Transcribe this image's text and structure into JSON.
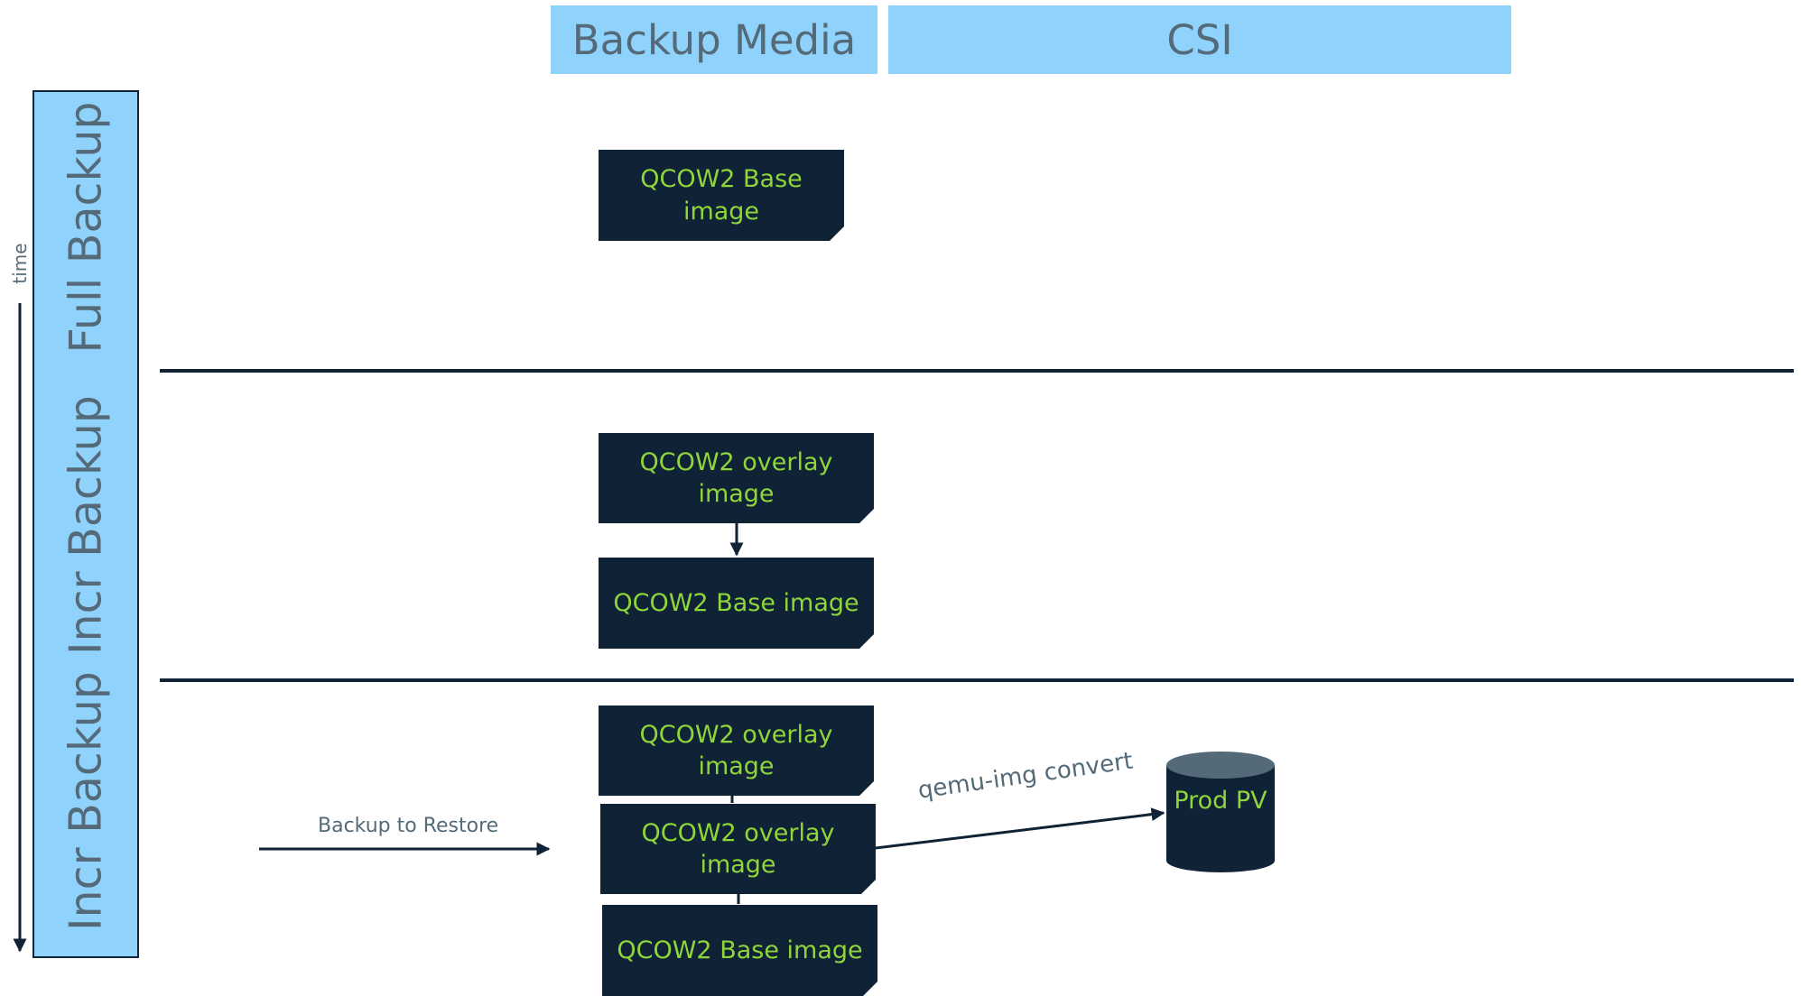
{
  "columns": {
    "backup_media": "Backup Media",
    "csi": "CSI"
  },
  "time_axis": "time",
  "phases": {
    "full": "Full Backup",
    "incr_1": "Incr Backup",
    "incr_2": "Incr Backup"
  },
  "full_section": {
    "base": "QCOW2 Base image"
  },
  "incr_section_1": {
    "overlay": "QCOW2 overlay image",
    "base": "QCOW2 Base image"
  },
  "incr_section_2": {
    "overlay_top": "QCOW2 overlay image",
    "overlay_mid": "QCOW2 overlay image",
    "base": "QCOW2 Base image"
  },
  "restore_label": "Backup to Restore",
  "convert_label": "qemu-img convert",
  "prod_pv": "Prod PV",
  "colors": {
    "header_fill": "#8fd3fd",
    "node_fill": "#0f2236",
    "node_text": "#8fd63a",
    "label_text": "#556a78"
  }
}
